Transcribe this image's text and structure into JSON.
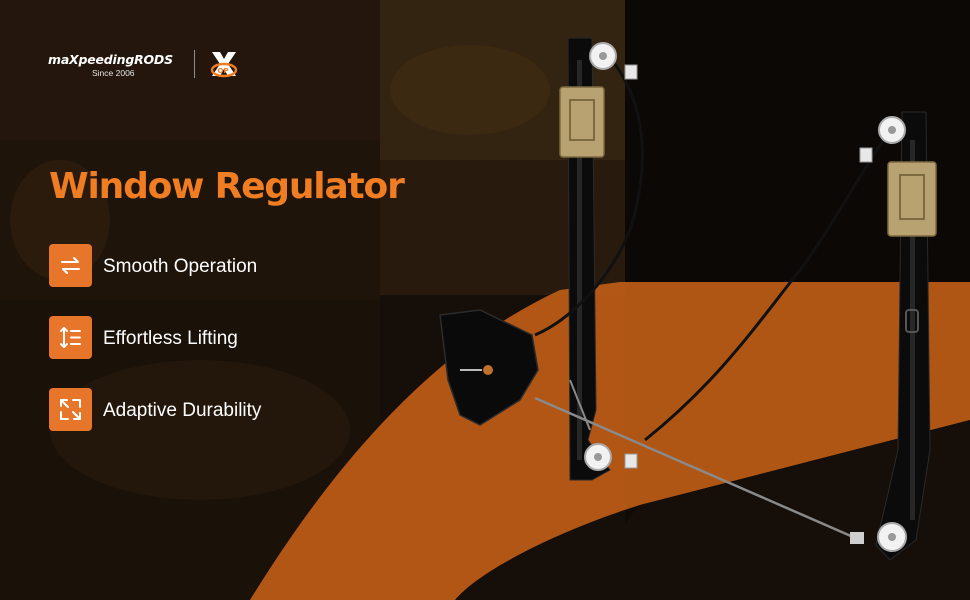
{
  "brand": {
    "name": "maXpeedingRODS",
    "since": "Since 2006",
    "logo_icon": "xp-x-logo-icon",
    "colors": {
      "accent": "#f07d22",
      "icon_bg": "#e8762a",
      "text": "#ffffff",
      "background": "#120c07"
    }
  },
  "headline": "Window Regulator",
  "features": [
    {
      "label": "Smooth Operation",
      "icon": "swap-arrows-icon"
    },
    {
      "label": "Effortless Lifting",
      "icon": "vertical-arrows-lines-icon"
    },
    {
      "label": "Adaptive Durability",
      "icon": "expand-diagonal-icon"
    }
  ]
}
